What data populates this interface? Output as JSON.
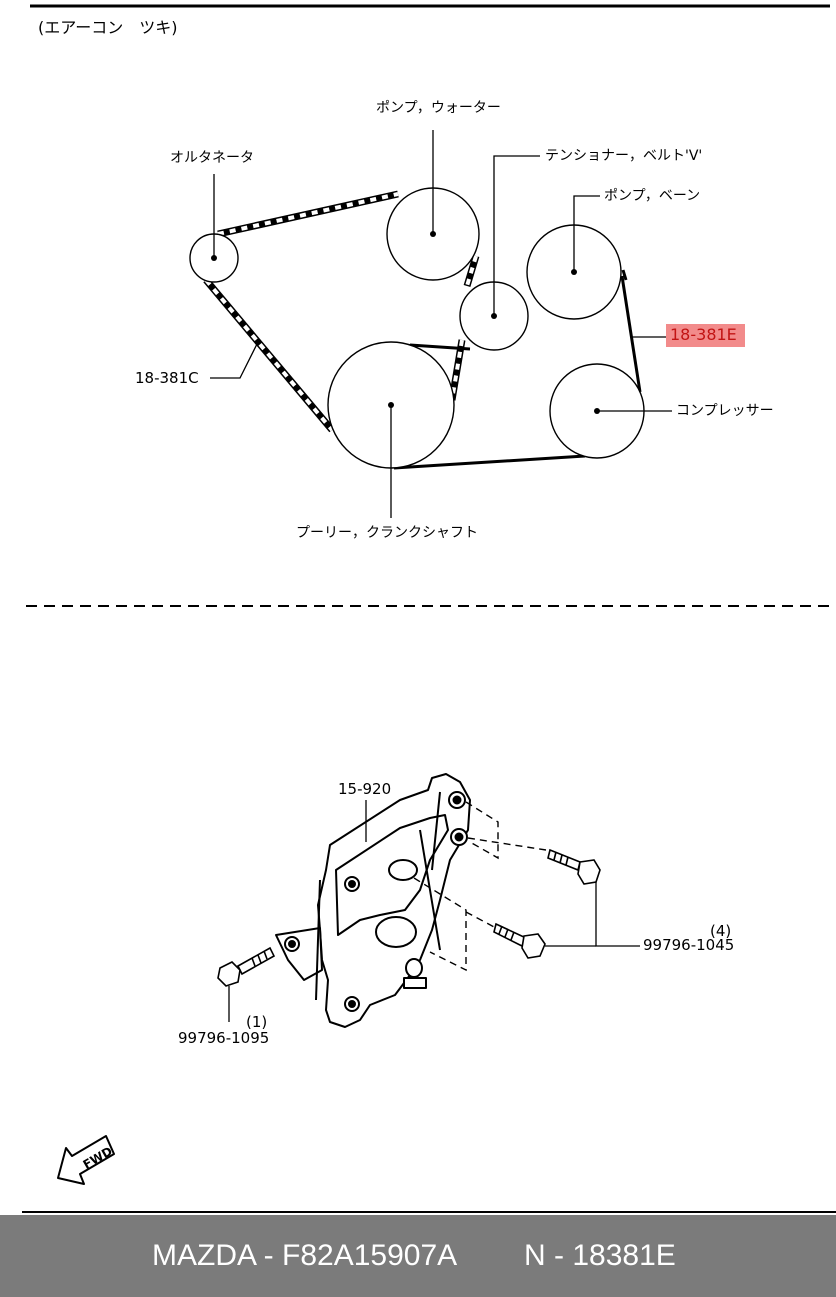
{
  "header": {
    "section_title": "(エアーコン　ツキ)"
  },
  "belt_diagram": {
    "labels": {
      "water_pump": "ポンプ，ウォーター",
      "alternator": "オルタネータ",
      "tensioner": "テンショナー，ベルト'V'",
      "vane_pump": "ポンプ，ベーン",
      "compressor": "コンプレッサー",
      "crank_pulley": "プーリー，クランクシャフト"
    },
    "part_numbers": {
      "belt_c": "18-381C",
      "belt_e": "18-381E"
    },
    "highlight_color": "#f28b8b"
  },
  "bracket_diagram": {
    "bracket_part": "15-920",
    "bolt_long": {
      "part": "99796-1045",
      "qty": "(4)"
    },
    "bolt_short": {
      "part": "99796-1095",
      "qty": "(1)"
    },
    "fwd_label": "FWD"
  },
  "footer": {
    "brand_model": "MAZDA - F82A15907A",
    "diagram_code": "N - 18381E",
    "background": "#7b7b7b"
  }
}
